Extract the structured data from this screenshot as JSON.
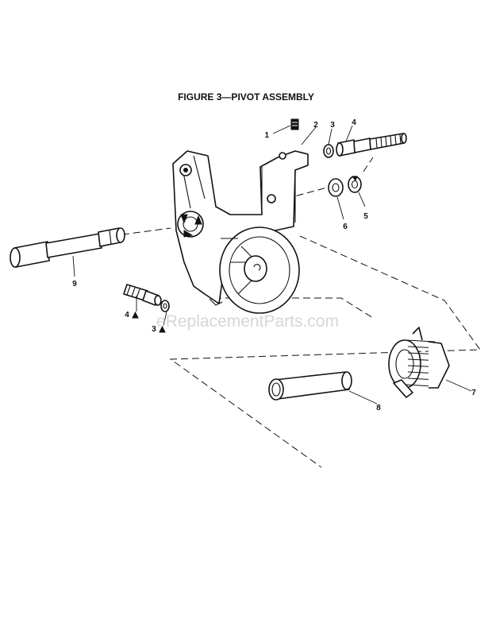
{
  "figure": {
    "title": "FIGURE 3—PIVOT ASSEMBLY",
    "watermark": "eReplacementParts.com"
  },
  "callouts": [
    {
      "id": "c1",
      "text": "1"
    },
    {
      "id": "c2",
      "text": "2"
    },
    {
      "id": "c3",
      "text": "3"
    },
    {
      "id": "c4",
      "text": "4"
    },
    {
      "id": "c5",
      "text": "5"
    },
    {
      "id": "c6",
      "text": "6"
    },
    {
      "id": "c7",
      "text": "7"
    },
    {
      "id": "c8",
      "text": "8"
    },
    {
      "id": "c9",
      "text": "9"
    },
    {
      "id": "c4b",
      "text": "4"
    },
    {
      "id": "c3b",
      "text": "3"
    }
  ],
  "colors": {
    "ink": "#111111",
    "paper": "#ffffff",
    "watermark": "#c9c9c9"
  }
}
